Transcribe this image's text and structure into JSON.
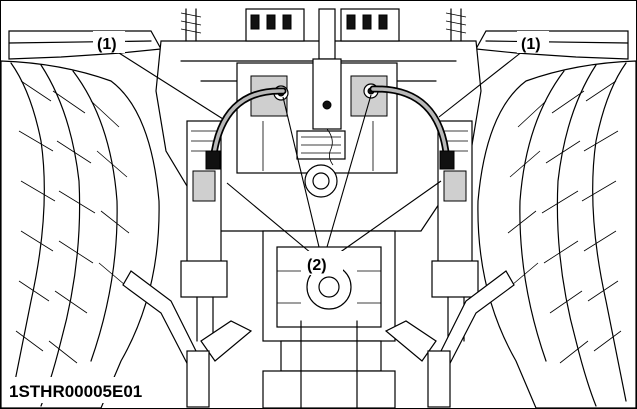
{
  "callouts": {
    "hose_left": "(1)",
    "hose_right": "(1)",
    "fitting": "(2)"
  },
  "figure_code": "1STHR00005E01"
}
